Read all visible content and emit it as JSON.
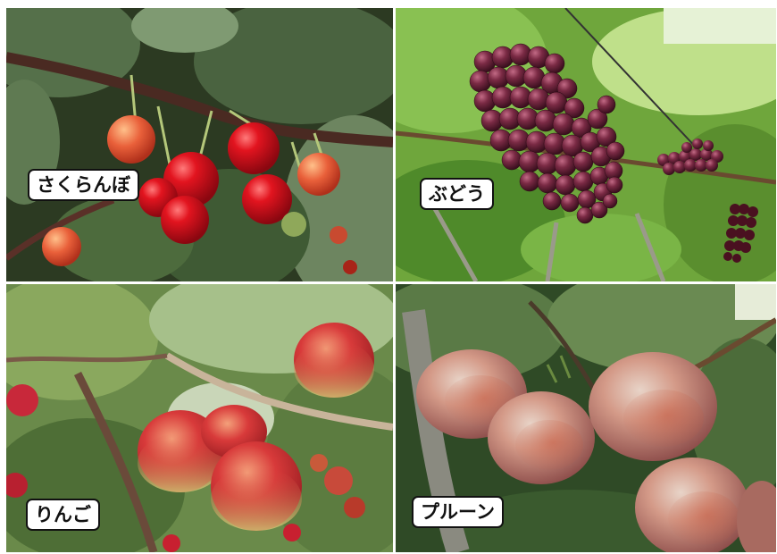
{
  "panels": {
    "cherry": {
      "label": "さくらんぼ"
    },
    "grape": {
      "label": "ぶどう"
    },
    "apple": {
      "label": "りんご"
    },
    "prune": {
      "label": "プルーン"
    }
  },
  "colors": {
    "cherry_fruit": "#d8131d",
    "grape_fruit": "#5a1e30",
    "apple_fruit": "#d63a3a",
    "prune_fruit": "#c98a7c",
    "leaf_green": "#3f6b2a",
    "label_bg": "#ffffff",
    "label_border": "#111111"
  }
}
